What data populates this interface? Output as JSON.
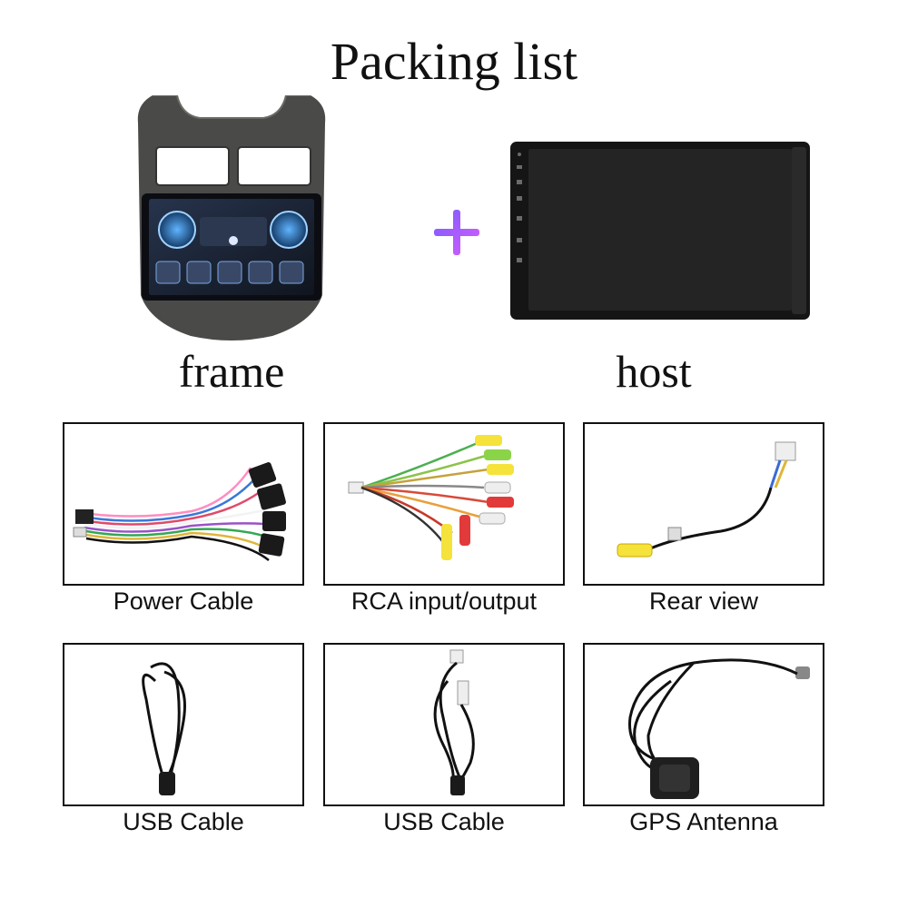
{
  "header": {
    "title": "Packing list"
  },
  "main_items": {
    "frame_caption": "frame",
    "host_caption": "host",
    "plus_icon": "plus-icon",
    "plus_color": "#a35cff"
  },
  "accessories": [
    {
      "label": "Power Cable"
    },
    {
      "label": "RCA input/output"
    },
    {
      "label": "Rear view"
    },
    {
      "label": "USB Cable"
    },
    {
      "label": "USB Cable"
    },
    {
      "label": "GPS Antenna"
    }
  ]
}
